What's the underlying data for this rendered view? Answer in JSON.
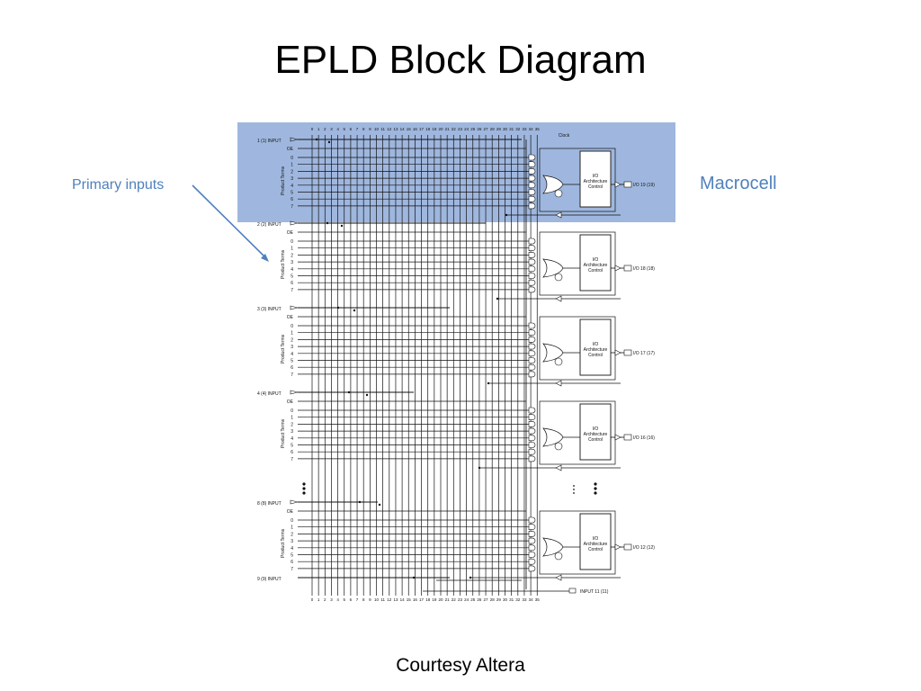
{
  "slide": {
    "title": "EPLD Block Diagram",
    "footer": "Courtesy Altera"
  },
  "annotations": {
    "primary_inputs": "Primary inputs",
    "macrocell": "Macrocell",
    "text_color": "#4f81bd",
    "arrow_color": "#4f81bd",
    "highlight_color": "#8eaad8"
  },
  "diagram": {
    "column_numbers": [
      "0",
      "1",
      "2",
      "3",
      "4",
      "5",
      "6",
      "7",
      "8",
      "9",
      "10",
      "11",
      "12",
      "13",
      "14",
      "15",
      "16",
      "17",
      "18",
      "19",
      "20",
      "21",
      "22",
      "23",
      "24",
      "25",
      "26",
      "27",
      "28",
      "29",
      "30",
      "31",
      "32",
      "33",
      "34",
      "35"
    ],
    "clock_label": "Clock",
    "oe_label": "OE",
    "product_terms_label": "Product Terms",
    "term_numbers": [
      "0",
      "1",
      "2",
      "3",
      "4",
      "5",
      "6",
      "7"
    ],
    "arch_lines": [
      "I/O",
      "Architecture",
      "Control"
    ],
    "blocks": [
      {
        "input_label": "1 (1)  INPUT",
        "io_label": "I/O  19  (19)"
      },
      {
        "input_label": "2 (2)  INPUT",
        "io_label": "I/O  18  (18)"
      },
      {
        "input_label": "3 (3)  INPUT",
        "io_label": "I/O  17  (17)"
      },
      {
        "input_label": "4 (4)  INPUT",
        "io_label": "I/O  16  (16)"
      },
      {
        "input_label": "8 (8)  INPUT",
        "io_label": "I/O  12  (12)"
      }
    ],
    "last_input_label": "9 (9)  INPUT",
    "bottom_input_label": "INPUT  11  (11)"
  }
}
